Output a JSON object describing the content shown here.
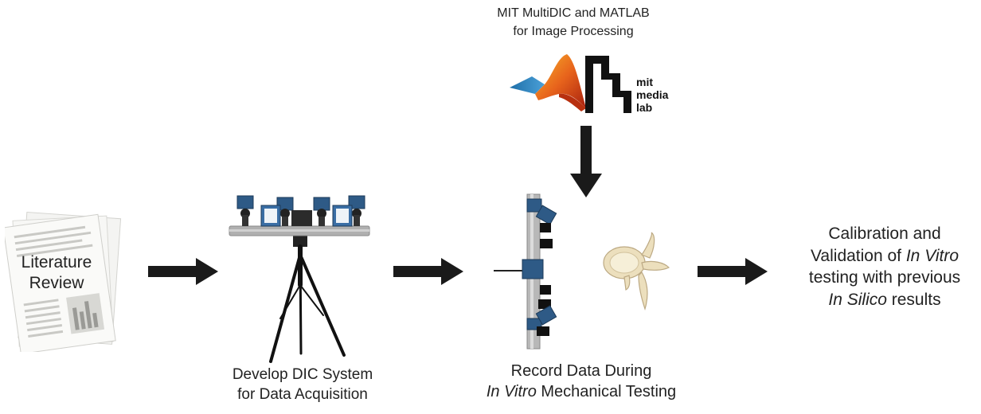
{
  "processing": {
    "line1": "MIT MultiDIC and MATLAB",
    "line2": "for Image Processing",
    "logo_text": [
      "mit",
      "media",
      "lab"
    ]
  },
  "literature": {
    "line1": "Literature",
    "line2": "Review"
  },
  "develop": {
    "line1": "Develop DIC System",
    "line2": "for Data Acquisition"
  },
  "record": {
    "line1": "Record Data During",
    "line2_italic": "In Vitro",
    "line2_rest": " Mechanical Testing"
  },
  "calibration": {
    "line1": "Calibration and",
    "line2_pre": "Validation of ",
    "line2_italic": "In Vitro",
    "line3": "testing with previous",
    "line4_italic": "In Silico",
    "line4_rest": " results"
  },
  "colors": {
    "arrow": "#1a1a1a",
    "camera_blue": "#2e5a86",
    "rail": "#a8a8a8",
    "bone": "#e8dcb8",
    "matlab_orange": "#e8641c",
    "matlab_blue": "#2a7fb8"
  }
}
